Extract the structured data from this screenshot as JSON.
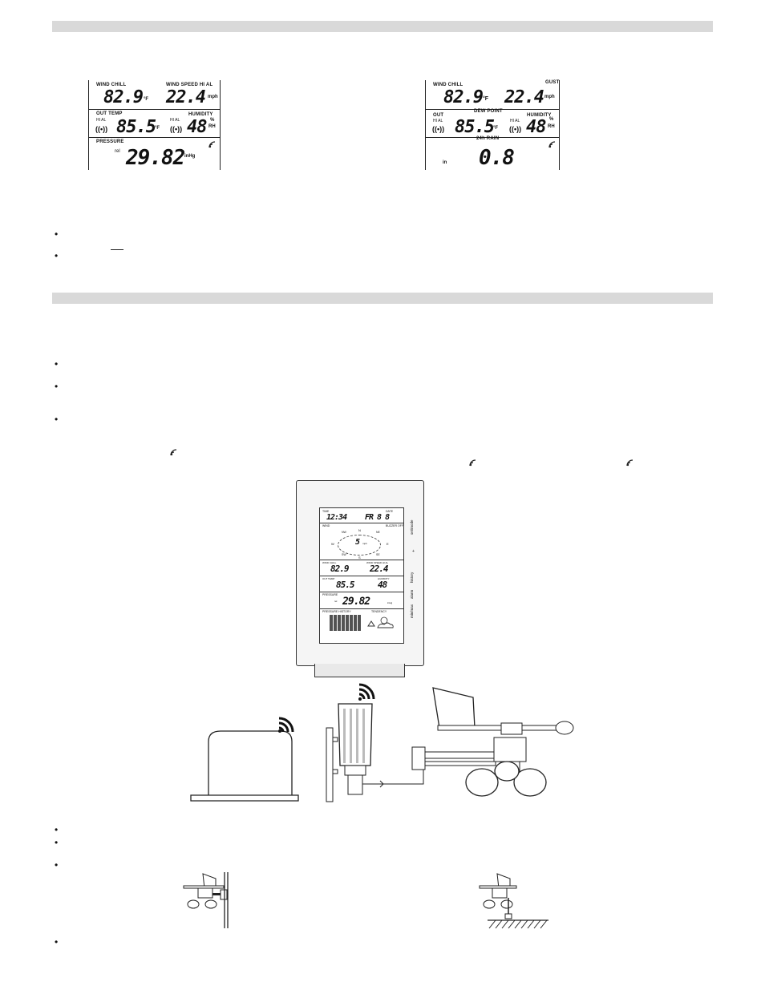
{
  "lcd_left": {
    "wind_chill_label": "WIND CHILL",
    "wind_chill_value": "82.9",
    "wind_chill_unit": "°F",
    "wind_speed_label": "WIND SPEED HI AL",
    "wind_speed_value": "22.4",
    "wind_speed_unit": "mph",
    "out_temp_label": "OUT TEMP",
    "hi_al": "HI AL",
    "out_temp_value": "85.5",
    "out_temp_unit": "°F",
    "humidity_label": "HUMIDITY",
    "humidity_value": "48",
    "humidity_unit_top": "%",
    "humidity_unit_bottom": "RH",
    "pressure_label": "PRESSURE",
    "pressure_rel": "rel",
    "pressure_value": "29.82",
    "pressure_unit": "inHg",
    "signal": "((•))"
  },
  "lcd_right": {
    "wind_chill_label": "WIND CHILL",
    "wind_chill_value": "82.9",
    "wind_chill_unit": "°F",
    "gust_label": "GUST",
    "gust_value": "22.4",
    "gust_unit": "mph",
    "dew_point_label": "DEW POINT",
    "out_label": "OUT",
    "hi_al": "HI AL",
    "out_temp_value": "85.5",
    "out_temp_unit": "°F",
    "humidity_label": "HUMIDITY",
    "humidity_value": "48",
    "humidity_unit_top": "%",
    "humidity_unit_bottom": "RH",
    "rain_label": "24h RAIN",
    "rain_unit": "in",
    "rain_value": "0.8",
    "signal": "((•))"
  },
  "bullets": {
    "symbol": "•"
  },
  "console": {
    "time_label": "TIME",
    "date_label": "DATE",
    "time_value": "12:34",
    "date_value": "FR 8 8",
    "wind_label": "WIND",
    "buzzer_label": "BUZZER OFF",
    "compass_n": "N",
    "compass_ne": "NE",
    "compass_nw": "NW",
    "compass_w": "W",
    "compass_e": "E",
    "compass_sw": "SW",
    "compass_s": "S",
    "compass_se": "SE",
    "compass_value": "5",
    "compass_unit": "mph",
    "wind_chill_label": "WIND CHILL",
    "wind_chill_value": "82.9",
    "wind_speed_label": "WIND SPEED HI AL",
    "wind_speed_value": "22.4",
    "out_temp_label": "OUT TEMP",
    "out_temp_value": "85.5",
    "humidity_label": "HUMIDITY",
    "humidity_value": "48",
    "pressure_label": "PRESSURE",
    "pressure_rel": "rel",
    "pressure_value": "29.82",
    "pressure_unit": "inHg",
    "pressure_history_label": "PRESSURE HISTORY",
    "tendency_label": "TENDENCY",
    "side_buttons": [
      "set/mode",
      "+",
      "history",
      "alarm",
      "min/max"
    ]
  }
}
